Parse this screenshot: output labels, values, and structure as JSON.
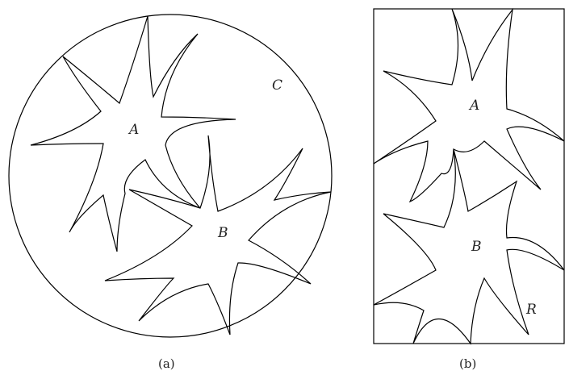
{
  "panel_a": {
    "caption": "(a)",
    "labels": {
      "a": "A",
      "b": "B",
      "c": "C"
    }
  },
  "panel_b": {
    "caption": "(b)",
    "labels": {
      "a": "A",
      "b": "B",
      "r": "R"
    }
  }
}
